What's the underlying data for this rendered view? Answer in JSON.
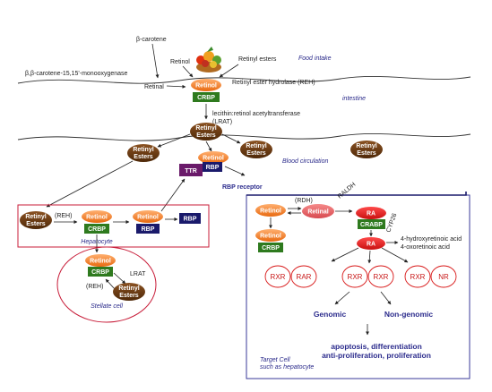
{
  "labels": {
    "beta_carotene": "β-carotene",
    "monooxygenase": "β,β-carotene-15,15'-monooxygenase",
    "retinol_intake": "Retinol",
    "retinal_intake": "Retinal",
    "retinyl_esters_intake": "Retinyl esters",
    "food_intake": "Food intake",
    "intestine": "intestine",
    "reh": "Retinyl ester hydrolase (REH)",
    "lrat_line1": "lecithin:retinol acetyltransferase",
    "lrat_line2": "(LRAT)",
    "blood_circulation": "Blood circulation",
    "rbp_receptor": "RBP receptor",
    "reh_short": "(REH)",
    "hepatocyte": "Hepatocyte",
    "stellate_cell": "Stellate cell",
    "lrat_short": "LRAT",
    "reh_stellate": "(REH)",
    "rdh": "(RDH)",
    "raldh": "RALDH",
    "cyp26": "CYP26",
    "hydroxy_line1": "4-hydroxyretinoic acid",
    "hydroxy_line2": "4-oxoretinoic acid",
    "genomic": "Genomic",
    "non_genomic": "Non-genomic",
    "outcome_line1": "apoptosis, differentiation",
    "outcome_line2": "anti-proliferation, proliferation",
    "target_line1": "Target Cell",
    "target_line2": "such as hepatocyte"
  },
  "nodes": {
    "retinol": "Retinol",
    "crbp": "CRBP",
    "retinyl": "Retinyl",
    "esters": "Esters",
    "ttr": "TTR",
    "rbp": "RBP",
    "ra": "RA",
    "retinal": "Retinal",
    "crabp": "CRABP",
    "rxr": "RXR",
    "rar": "RAR",
    "nr": "NR"
  },
  "colors": {
    "retinol_orange": "#e8701a",
    "crbp_green": "#2e7a1e",
    "esters_brown": "#6b3a0e",
    "rbp_navy": "#1a1a6b",
    "ttr_purple": "#6a1a6a",
    "ra_red": "#d81818",
    "cell_border": "#c81e3a",
    "target_border": "#3a3a9a"
  }
}
